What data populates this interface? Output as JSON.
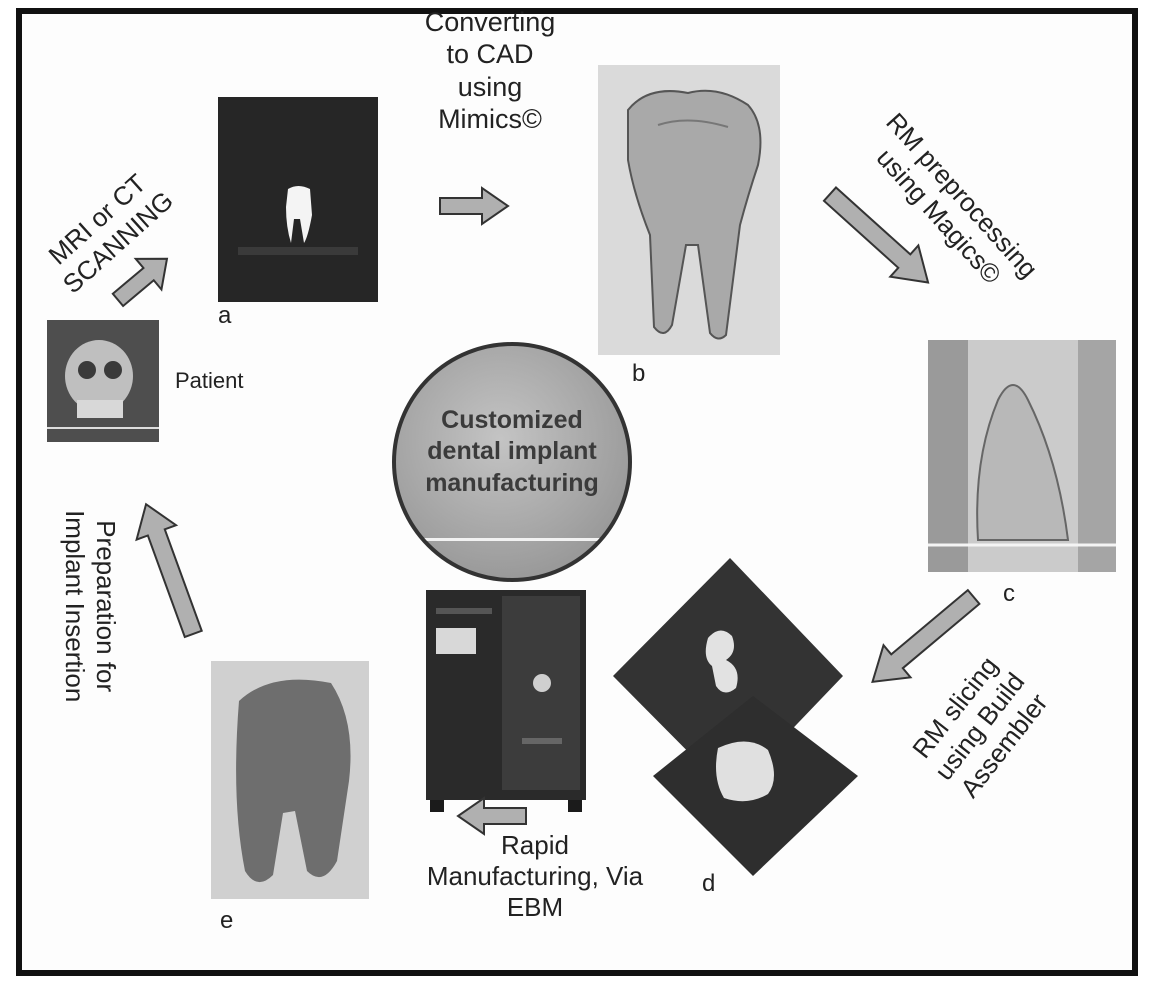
{
  "center": {
    "text": "Customized\ndental implant\nmanufacturing"
  },
  "steps": {
    "scan": {
      "text": "MRI or CT\nSCANNING"
    },
    "cad": {
      "text": "Converting\nto CAD\nusing\nMimics©"
    },
    "rm_pre": {
      "text": "RM preprocessing\nusing Magics©"
    },
    "slicing": {
      "text": "RM slicing\nusing Build\nAssembler"
    },
    "rapid": {
      "text": "Rapid\nManufacturing, Via\nEBM"
    },
    "prep": {
      "text": "Preparation for\nImplant Insertion"
    }
  },
  "labels": {
    "patient": "Patient",
    "a": "a",
    "b": "b",
    "c": "c",
    "d": "d",
    "e": "e"
  }
}
